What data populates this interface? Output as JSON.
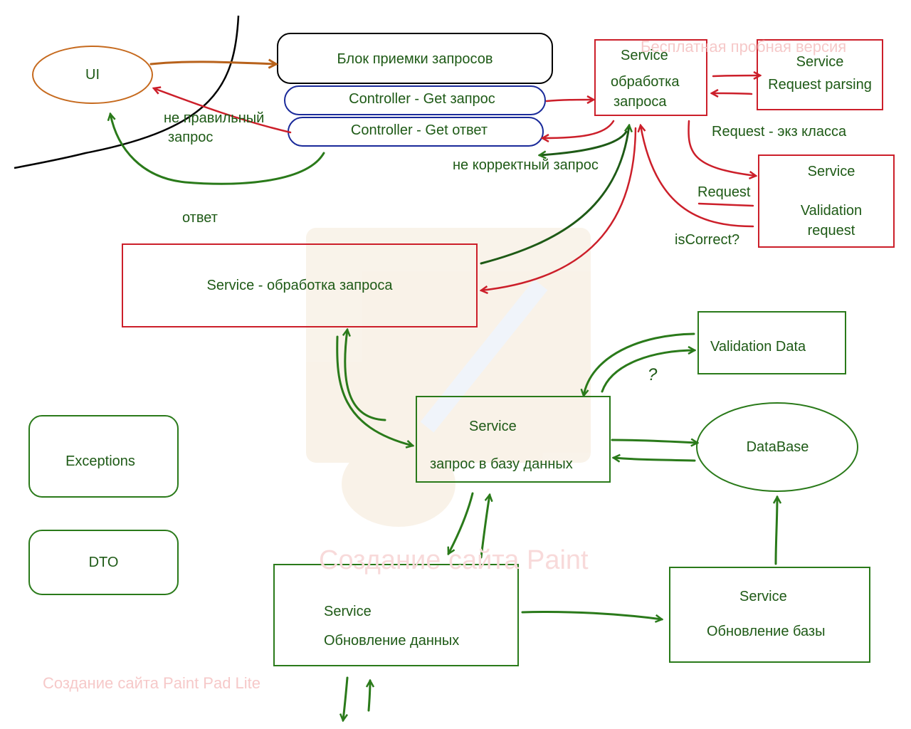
{
  "diagram": {
    "nodes": {
      "ui": {
        "label": "UI"
      },
      "request_intake": {
        "label": "Блок приемки запросов"
      },
      "controller_get_request": {
        "label": "Controller - Get запрос"
      },
      "controller_get_response": {
        "label": "Controller - Get ответ"
      },
      "service_processing_top": {
        "line1": "Service",
        "line2": "обработка",
        "line3": "запроса"
      },
      "service_request_parsing": {
        "line1": "Service",
        "line2": "Request parsing"
      },
      "service_validation_request": {
        "line1": "Service",
        "line2": "Validation",
        "line3": "request"
      },
      "service_processing_main": {
        "label": "Service - обработка запроса"
      },
      "validation_data": {
        "label": "Validation Data"
      },
      "service_db_query": {
        "line1": "Service",
        "line2": "запрос в базу данных"
      },
      "database": {
        "label": "DataBase"
      },
      "exceptions": {
        "label": "Exceptions"
      },
      "dto": {
        "label": "DTO"
      },
      "service_data_update": {
        "line1": "Service",
        "line2": "Обновление данных"
      },
      "service_db_update": {
        "line1": "Service",
        "line2": "Обновление базы"
      }
    },
    "edge_labels": {
      "wrong_request": {
        "line1": "не правильный",
        "line2": "запрос"
      },
      "response": "ответ",
      "incorrect_request": "не корректный запрос",
      "request_class_instance": "Request - экз класса",
      "request": "Request",
      "is_correct": "isCorrect?",
      "question_mark": "?"
    },
    "watermarks": {
      "trial_version": "Бесплатная пробная версия",
      "site_paint": "Создание сайта Paint",
      "site_paint_pad_lite": "Создание сайта Paint Pad Lite"
    },
    "colors": {
      "green": "#2a7a1a",
      "dark_green": "#1e5a16",
      "red": "#cc1f2a",
      "brown": "#b8621b",
      "blue": "#1a2a9a",
      "black": "#000000",
      "watermark": "#f6c9c9"
    }
  }
}
